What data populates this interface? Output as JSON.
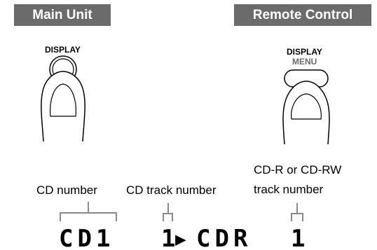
{
  "headers": {
    "main_unit": "Main Unit",
    "remote_control": "Remote Control"
  },
  "main_unit": {
    "button_label": "DISPLAY"
  },
  "remote": {
    "button_label_line1": "DISPLAY",
    "button_label_line2": "MENU"
  },
  "captions": {
    "cd_number": "CD number",
    "cd_track_number": "CD track number",
    "cdr_line1": "CD-R or CD-RW",
    "cdr_line2": "track number"
  },
  "display_readout": {
    "cd_number": "CD1",
    "cd_track": "1",
    "play_symbol": "▶",
    "mode": "CDR",
    "cdr_track": "1"
  },
  "colors": {
    "header_bg": "#6b6b6b",
    "accent_gray": "#6b6b6b",
    "text": "#000000"
  },
  "icons": [
    "finger-press-icon",
    "round-button-icon",
    "oval-button-icon"
  ]
}
